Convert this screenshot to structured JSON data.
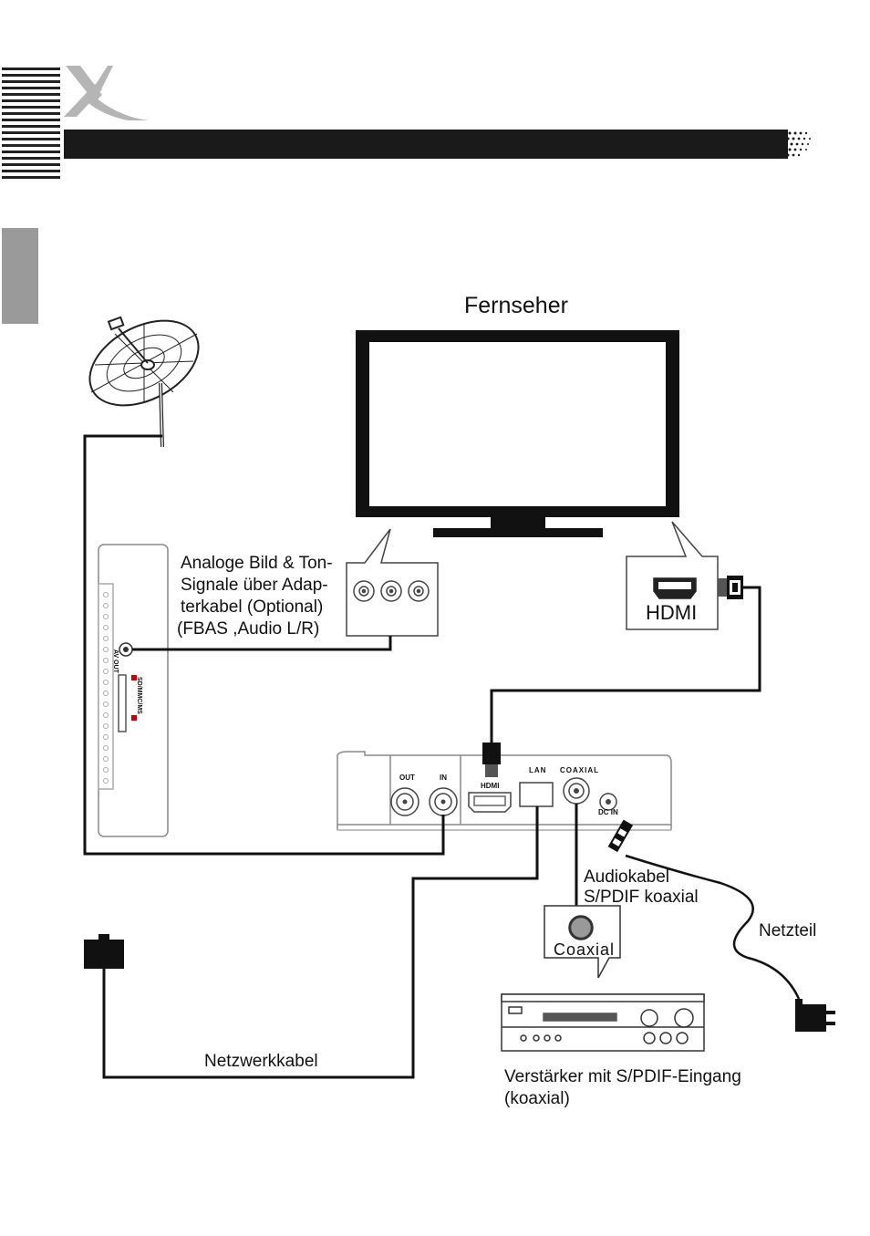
{
  "header": {
    "logo_glyph": "X",
    "bar_color": "#1a1a1a",
    "side_tab_color": "#9a9a9a"
  },
  "diagram": {
    "tv_label": "Fernseher",
    "analog_label_lines": [
      "Analoge Bild & Ton-",
      "Signale über Adap-",
      "terkabel (Optional)",
      "(FBAS ,Audio L/R)"
    ],
    "hdmi_box_label": "HDMI",
    "audio_cable_lines": [
      "Audiokabel",
      "S/PDIF koaxial"
    ],
    "coaxial_callout_label": "Coaxial",
    "power_label": "Netzteil",
    "network_label": "Netzwerkkabel",
    "amplifier_lines": [
      "Verstärker mit S/PDIF-Eingang",
      "(koaxial)"
    ],
    "receiver_ports": {
      "out": "OUT",
      "in": "IN",
      "hdmi": "HDMI",
      "lan": "LAN",
      "coaxial": "COAXIAL",
      "dcin": "DC IN"
    },
    "side_ports": {
      "av_out": "AV OUT",
      "card": "SD/MMC/MS"
    }
  }
}
